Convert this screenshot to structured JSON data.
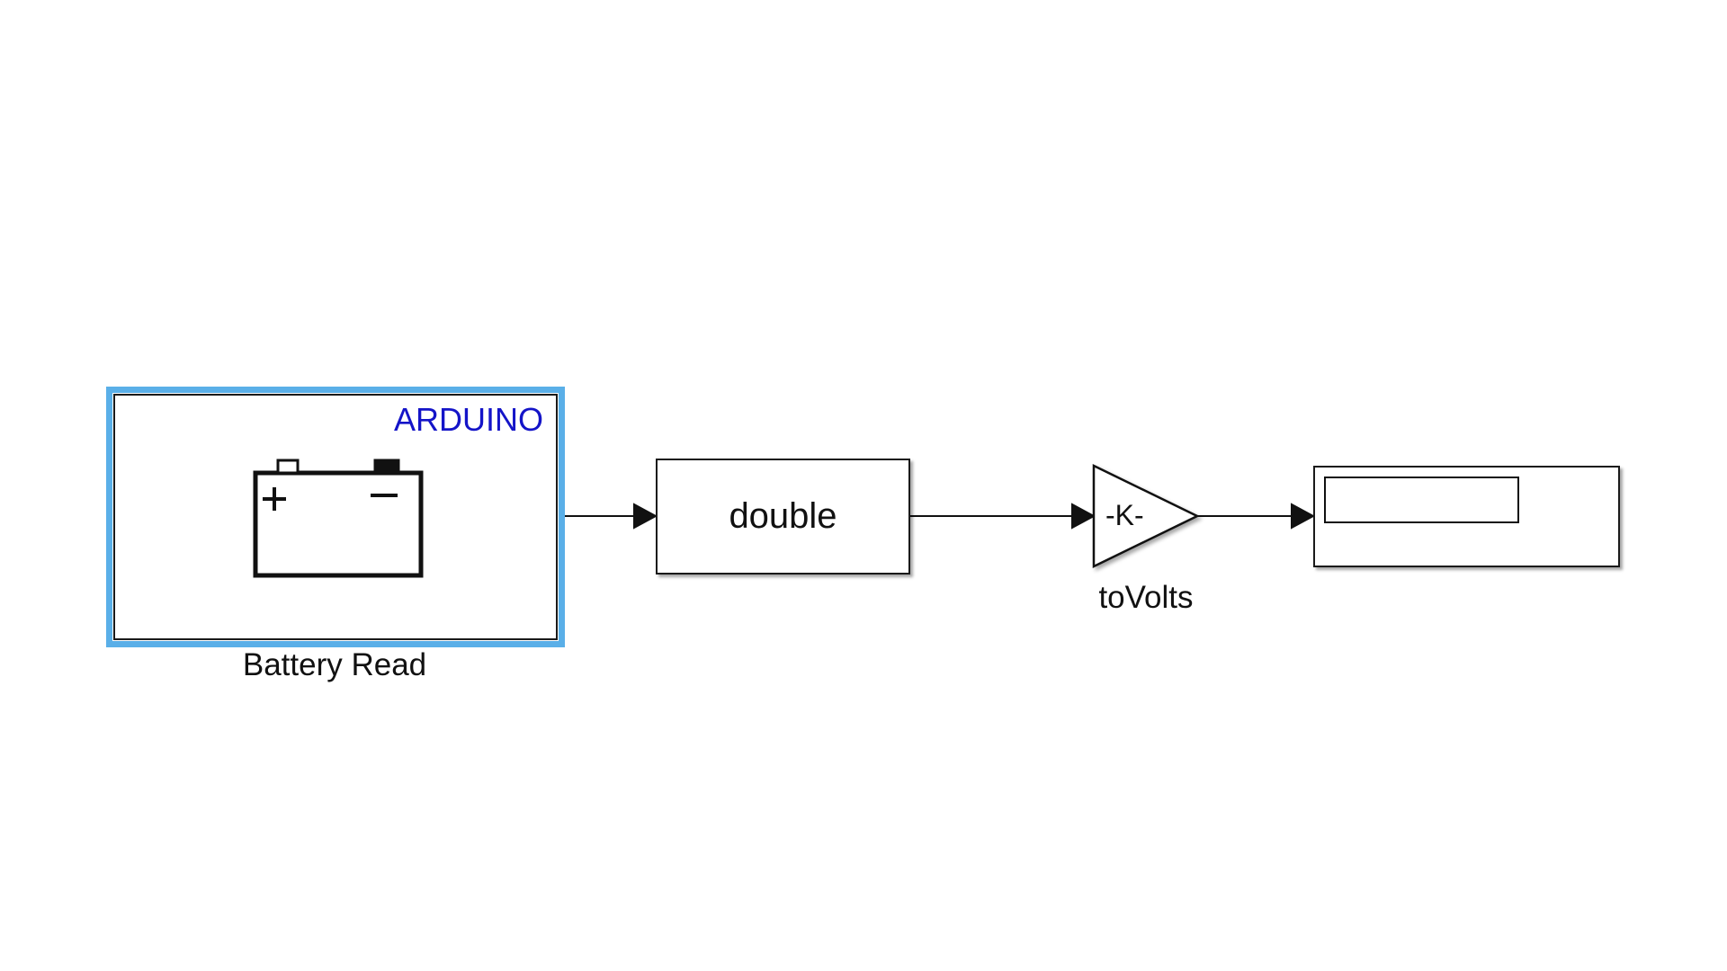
{
  "diagram": {
    "blocks": {
      "battery_read": {
        "brand": "ARDUINO",
        "caption": "Battery Read",
        "icon": "battery-icon",
        "selected": true
      },
      "data_type_conversion": {
        "label": "double"
      },
      "gain": {
        "label": "-K-",
        "caption": "toVolts"
      },
      "display": {
        "value": ""
      }
    },
    "signals": [
      {
        "from": "battery_read",
        "to": "data_type_conversion"
      },
      {
        "from": "data_type_conversion",
        "to": "gain"
      },
      {
        "from": "gain",
        "to": "display"
      }
    ]
  },
  "colors": {
    "selection": "#5aafe8",
    "arduino_brand": "#1414c8",
    "line": "#111111"
  }
}
